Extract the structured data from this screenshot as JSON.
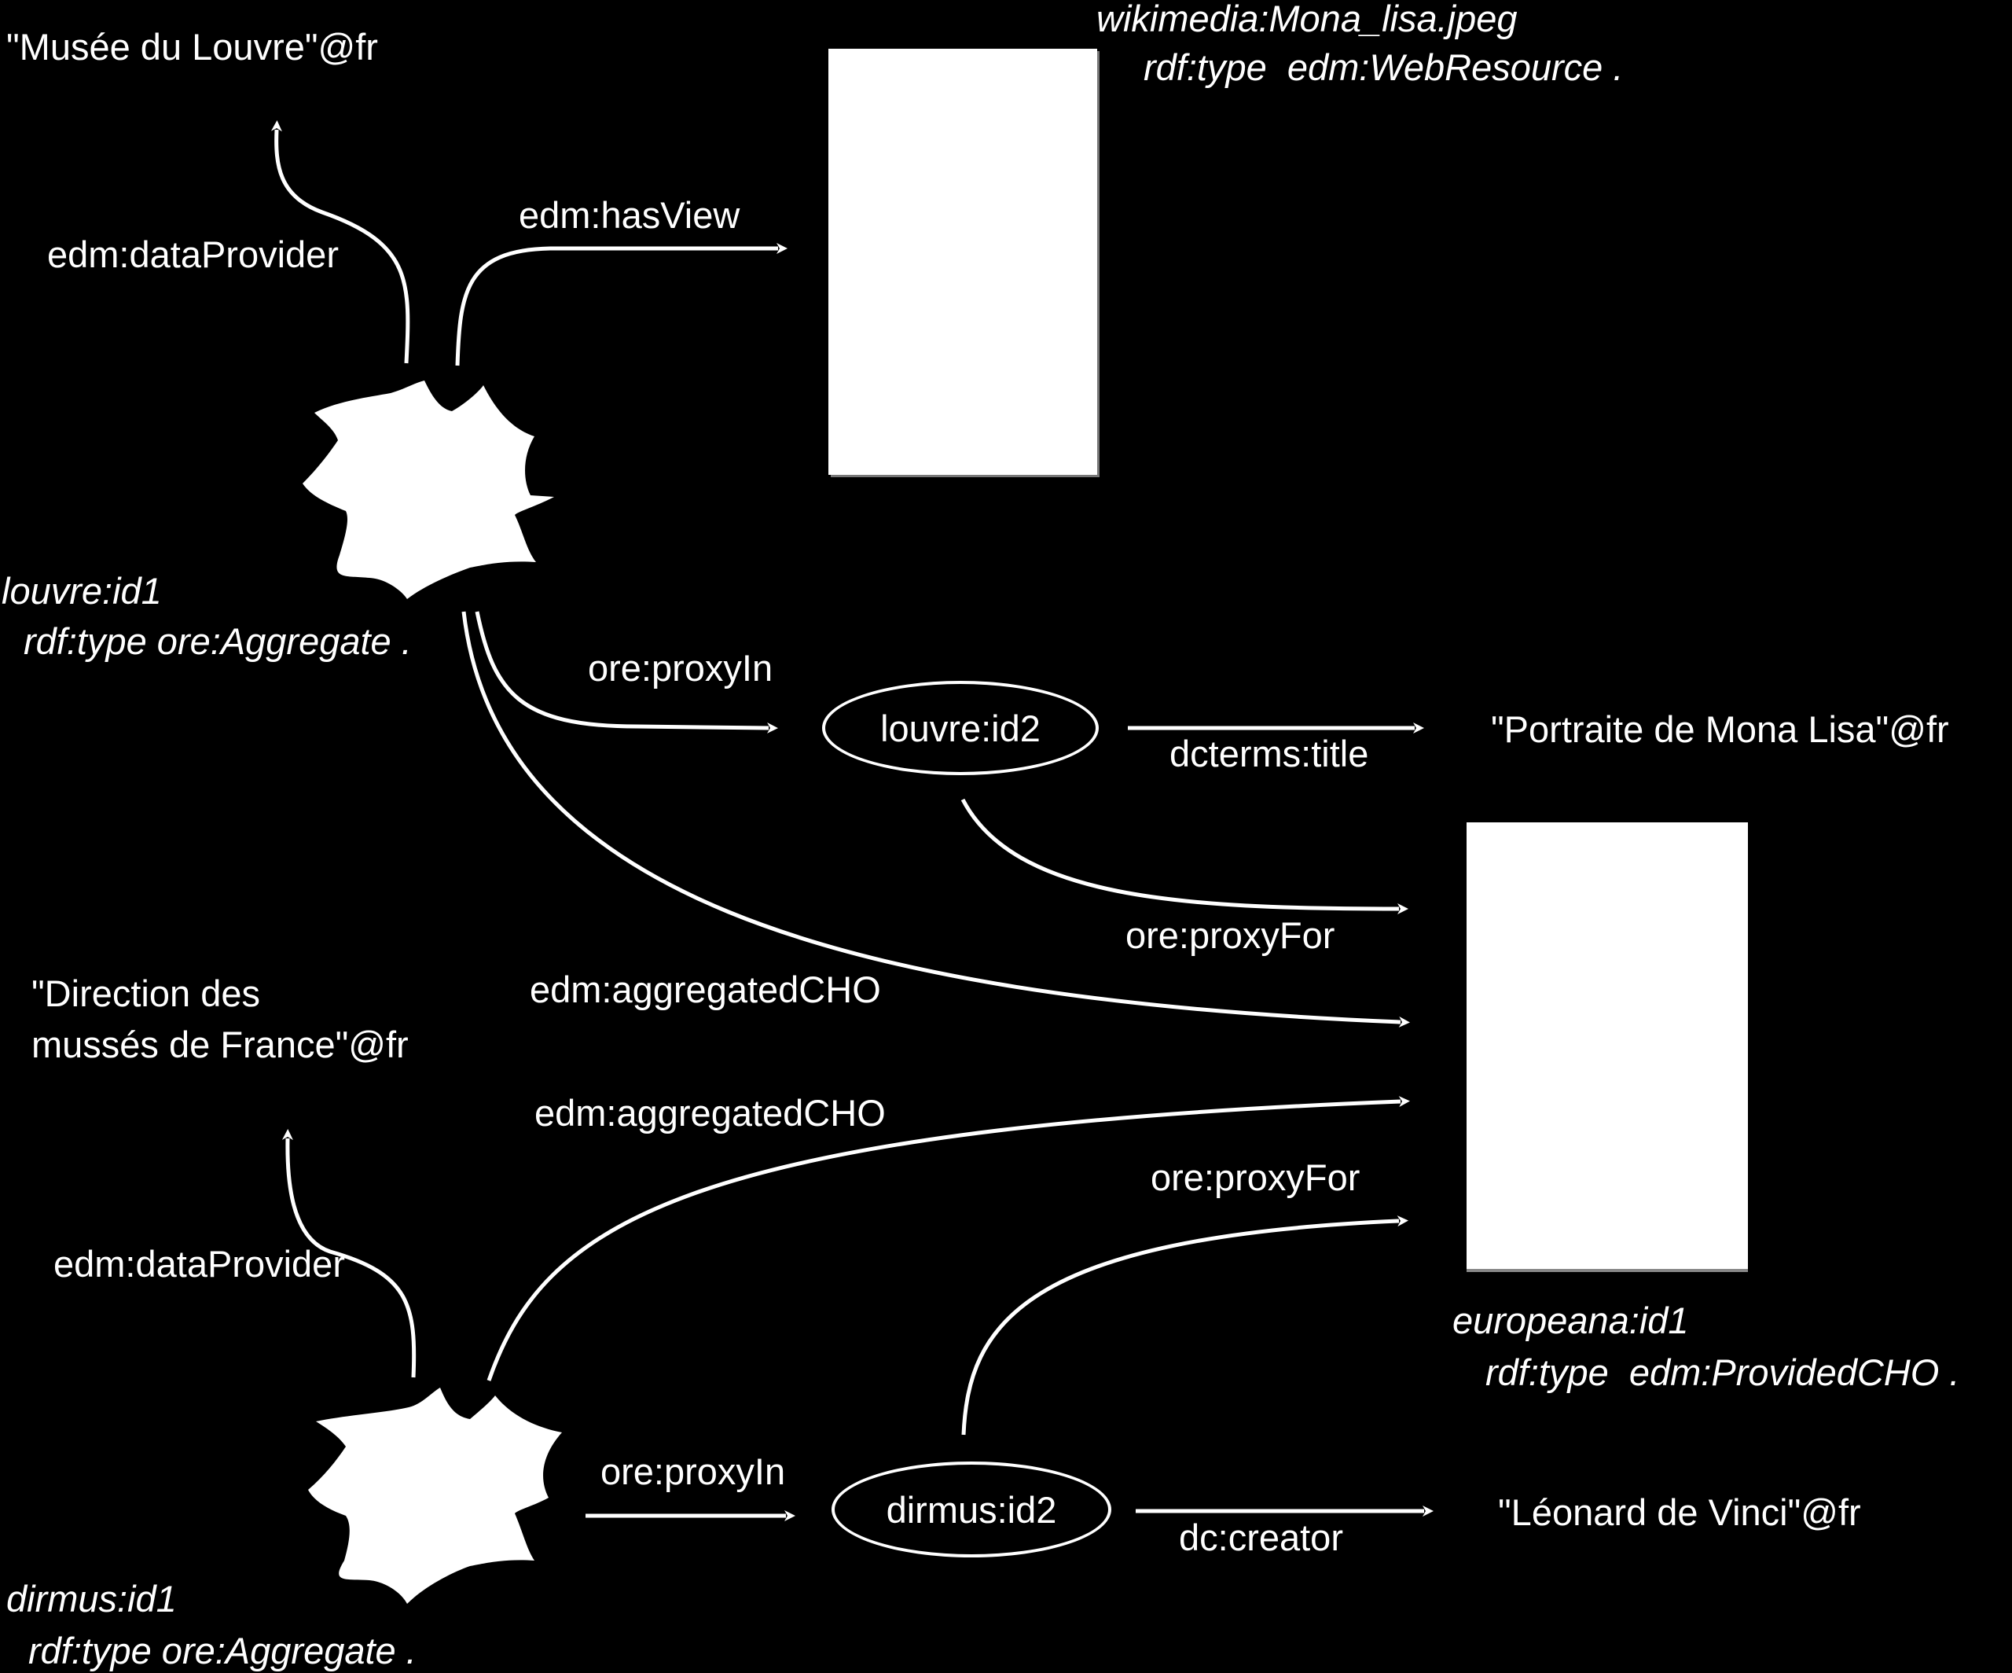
{
  "colors": {
    "background": "#000000",
    "foreground": "#ffffff"
  },
  "nodes": {
    "louvre_literal": "\"Musée du Louvre\"@fr",
    "web_resource_name": "wikimedia:Mona_lisa.jpeg",
    "web_resource_type": "rdf:type  edm:WebResource .",
    "louvre_aggregation_name": "louvre:id1",
    "louvre_aggregation_type": "rdf:type ore:Aggregate .",
    "louvre_proxy": "louvre:id2",
    "title_literal": "\"Portraite de Mona Lisa\"@fr",
    "dirmus_literal_line1": "\"Direction des",
    "dirmus_literal_line2": "mussés de France\"@fr",
    "cho_name": "europeana:id1",
    "cho_type": "rdf:type  edm:ProvidedCHO .",
    "dirmus_aggregation_name": "dirmus:id1",
    "dirmus_aggregation_type": "rdf:type ore:Aggregate .",
    "dirmus_proxy": "dirmus:id2",
    "creator_literal": "\"Léonard de Vinci\"@fr"
  },
  "edges": {
    "louvre_data_provider": "edm:dataProvider",
    "has_view": "edm:hasView",
    "louvre_proxy_in": "ore:proxyIn",
    "dcterms_title": "dcterms:title",
    "louvre_proxy_for": "ore:proxyFor",
    "louvre_aggregated_cho": "edm:aggregatedCHO",
    "dirmus_aggregated_cho": "edm:aggregatedCHO",
    "dirmus_proxy_for": "ore:proxyFor",
    "dirmus_data_provider": "edm:dataProvider",
    "dirmus_proxy_in": "ore:proxyIn",
    "dc_creator": "dc:creator"
  }
}
